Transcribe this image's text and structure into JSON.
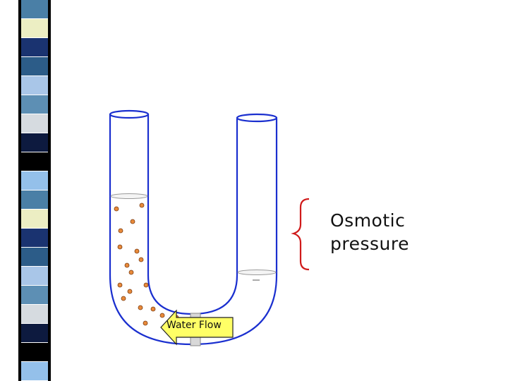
{
  "slide": {
    "background": "#ffffff",
    "stripe_colors": [
      "#4a7fa6",
      "#0d1a3f",
      "#a9c6e8",
      "#eceec3",
      "#000000",
      "#5d8fb4",
      "#1a3370",
      "#94c0ea",
      "#d6dbe0",
      "#2c5c88"
    ]
  },
  "diagram": {
    "tube_color": "#1a2fcf",
    "brace_color": "#d01a1a",
    "particle_color": "#e88a3a",
    "arrow_fill": "#ffff66",
    "membrane_color": "#c8c8c8",
    "left_column_particles": 14,
    "labels": {
      "osmotic_line1": "Osmotic",
      "osmotic_line2": "pressure",
      "water_flow": "Water Flow"
    }
  }
}
